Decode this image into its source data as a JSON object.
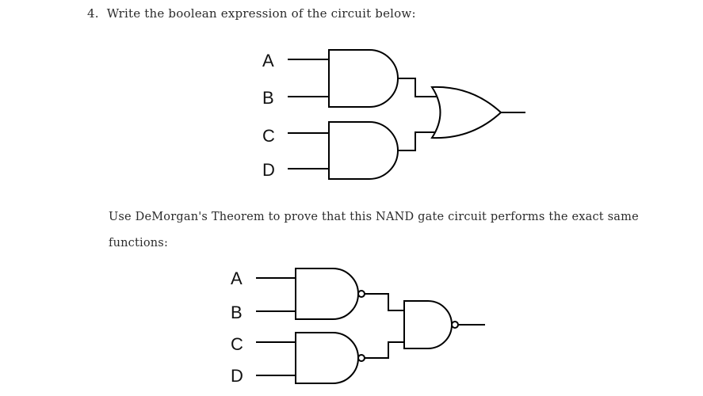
{
  "question": {
    "number": "4.",
    "text": "Write the boolean expression of the circuit below:"
  },
  "paragraph": {
    "text": "Use DeMorgan's Theorem to prove that this NAND gate circuit performs the exact same functions:"
  },
  "circuit1": {
    "inputs": [
      "A",
      "B",
      "C",
      "D"
    ],
    "gates": [
      "AND",
      "AND",
      "OR"
    ]
  },
  "circuit2": {
    "inputs": [
      "A",
      "B",
      "C",
      "D"
    ],
    "gates": [
      "NAND",
      "NAND",
      "NAND"
    ]
  }
}
